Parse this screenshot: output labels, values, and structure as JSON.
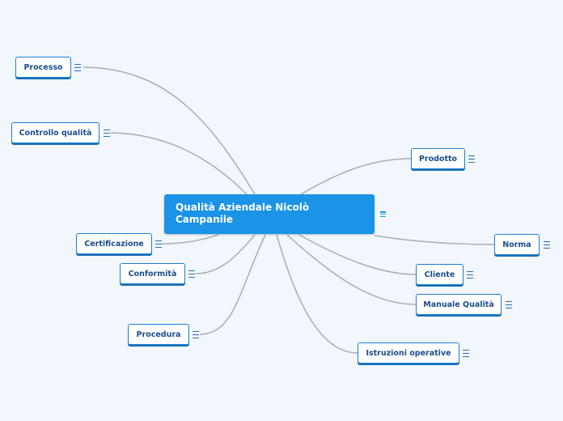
{
  "mindmap": {
    "central_topic": "Qualità Aziendale Nicolò Campanile",
    "topics": [
      "Processo",
      "Controllo qualità",
      "Certificazione",
      "Conformità",
      "Procedura",
      "Prodotto",
      "Norma",
      "Cliente",
      "Manuale Qualità",
      "Istruzioni operative"
    ],
    "note_icon": "notes-icon",
    "colors": {
      "background": "#f2f6fd",
      "central_fill": "#1b93e6",
      "topic_border": "#1b7fd0",
      "connector": "#a7adb8"
    }
  }
}
